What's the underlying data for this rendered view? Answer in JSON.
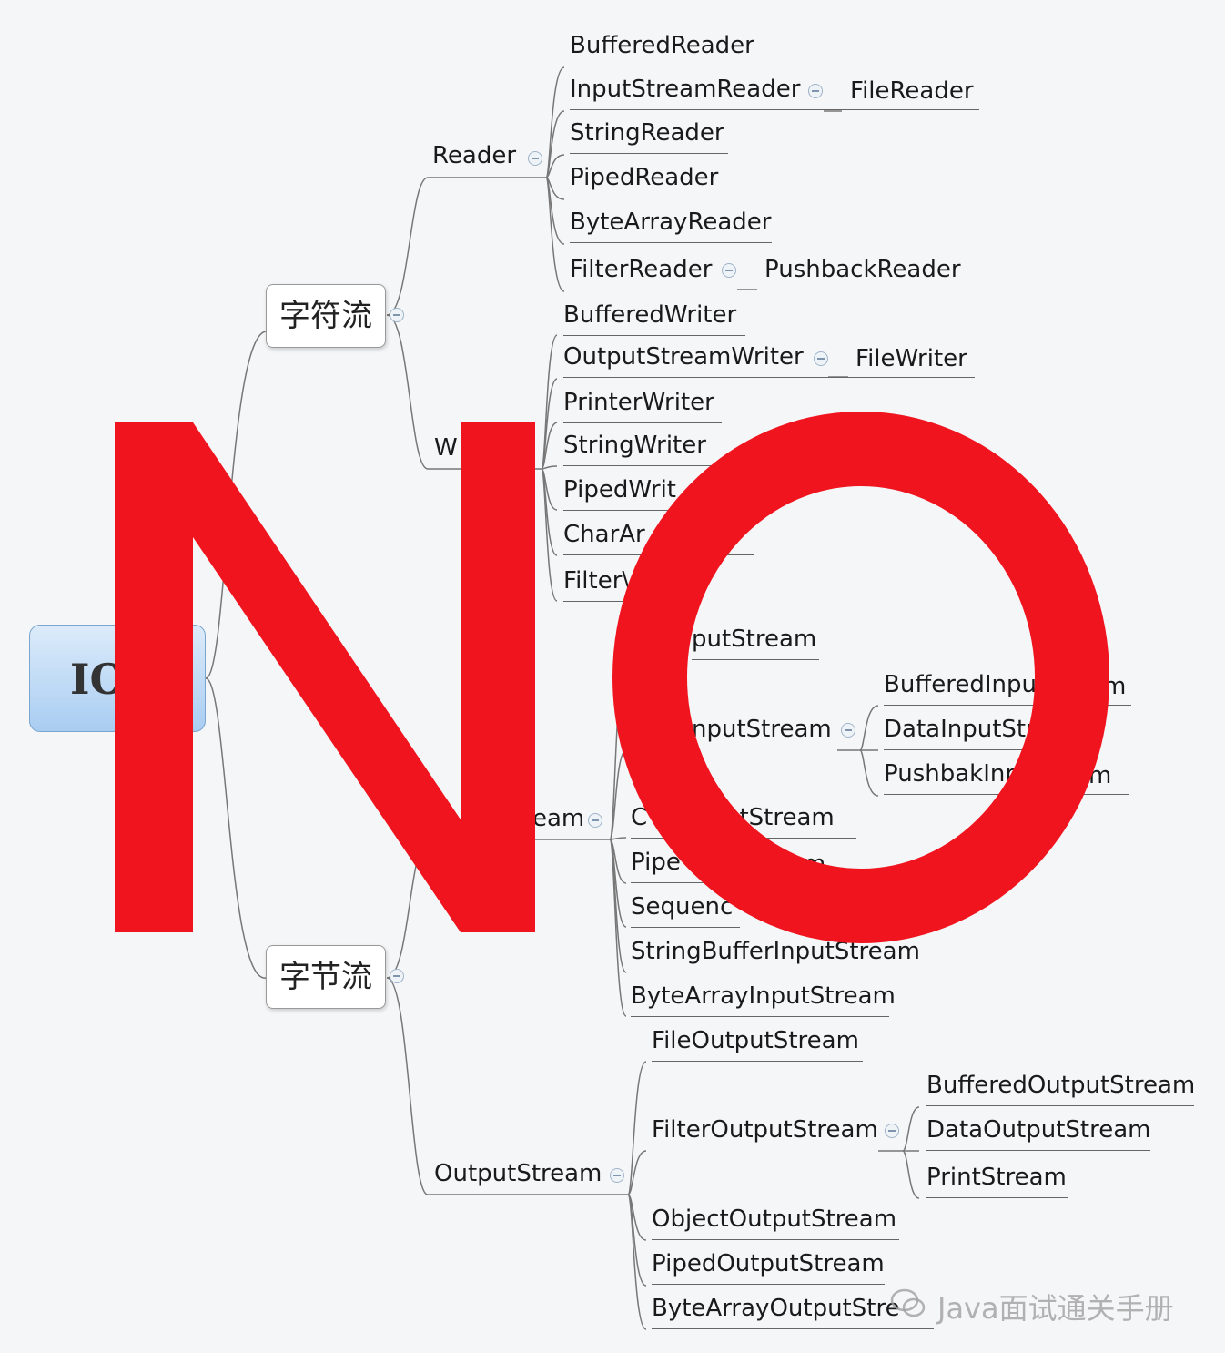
{
  "root": {
    "label": "IO"
  },
  "char_stream": {
    "label": "字符流",
    "reader": {
      "label": "Reader",
      "children": [
        "BufferedReader",
        "InputStreamReader",
        "StringReader",
        "PipedReader",
        "ByteArrayReader",
        "FilterReader"
      ],
      "inputstreamreader_child": "FileReader",
      "filterreader_child": "PushbackReader"
    },
    "writer": {
      "label": "W",
      "children": [
        "BufferedWriter",
        "OutputStreamWriter",
        "PrinterWriter",
        "StringWriter",
        "PipedWrit",
        "CharAr",
        "Filter\\"
      ],
      "outputstreamwriter_child": "FileWriter",
      "chararray_suffix": "r"
    }
  },
  "byte_stream": {
    "label": "字节流",
    "inputstream": {
      "label": "eam",
      "visible_children": [
        "putStream",
        "nputStream",
        "C",
        "utStream",
        "Pipe",
        "am",
        "Sequenc",
        "StringBufferInputStream",
        "ByteArrayInputStream"
      ],
      "filter_children": [
        "BufferedInpu",
        "m",
        "DataInputStr",
        "PushbakInp",
        "m"
      ]
    },
    "outputstream": {
      "label": "OutputStream",
      "children": [
        "FileOutputStream",
        "FilterOutputStream",
        "ObjectOutputStream",
        "PipedOutputStream",
        "ByteArrayOutputStre"
      ],
      "filter_children": [
        "BufferedOutputStream",
        "DataOutputStream",
        "PrintStream"
      ]
    }
  },
  "overlay": {
    "n": "N",
    "o": "O",
    "color": "#f0141e"
  },
  "watermark": "Java面试通关手册"
}
